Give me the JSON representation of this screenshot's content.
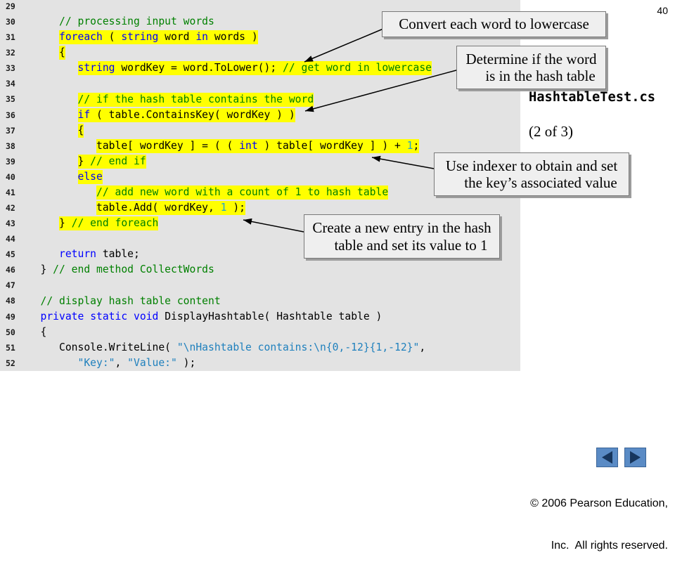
{
  "slide": {
    "page_number": "40",
    "file_name": "HashtableTest.cs",
    "part": "(2 of 3)",
    "copyright": [
      "© 2006 Pearson Education,",
      "Inc.  All rights reserved."
    ]
  },
  "colors": {
    "keyword": "#0000ff",
    "comment": "#008000",
    "string": "#1f80bd",
    "number": "#1fa3d2",
    "plain": "#000000",
    "highlight": "#ffff00",
    "callout_fill": "#efefef",
    "nav_button": "#5a8bc5"
  },
  "code": {
    "lines": [
      {
        "n": "29"
      },
      {
        "n": "30",
        "ws": "      ",
        "hl": false,
        "tok": [
          {
            "cm": "// processing input words"
          }
        ]
      },
      {
        "n": "31",
        "ws": "      ",
        "hl": true,
        "tok": [
          {
            "kw": "foreach"
          },
          {
            "pl": " ( "
          },
          {
            "kw": "string"
          },
          {
            "pl": " word "
          },
          {
            "kw": "in"
          },
          {
            "pl": " words )"
          }
        ]
      },
      {
        "n": "32",
        "ws": "      ",
        "hl": true,
        "tok": [
          {
            "pl": "{"
          }
        ]
      },
      {
        "n": "33",
        "ws": "         ",
        "hl": true,
        "tok": [
          {
            "kw": "string"
          },
          {
            "pl": " wordKey = word.ToLower(); "
          },
          {
            "cm": "// get word in lowercase"
          }
        ]
      },
      {
        "n": "34"
      },
      {
        "n": "35",
        "ws": "         ",
        "hl": true,
        "tok": [
          {
            "cm": "// if the hash table contains the word"
          }
        ]
      },
      {
        "n": "36",
        "ws": "         ",
        "hl": true,
        "tok": [
          {
            "kw": "if"
          },
          {
            "pl": " ( table.ContainsKey( wordKey ) )"
          }
        ]
      },
      {
        "n": "37",
        "ws": "         ",
        "hl": true,
        "tok": [
          {
            "pl": "{"
          }
        ]
      },
      {
        "n": "38",
        "ws": "            ",
        "hl": true,
        "tok": [
          {
            "pl": "table[ wordKey ] = ( ( "
          },
          {
            "kw": "int"
          },
          {
            "pl": " ) table[ wordKey ] ) + "
          },
          {
            "num": "1"
          },
          {
            "pl": ";"
          }
        ]
      },
      {
        "n": "39",
        "ws": "         ",
        "hl": true,
        "tok": [
          {
            "pl": "} "
          },
          {
            "cm": "// end if"
          }
        ]
      },
      {
        "n": "40",
        "ws": "         ",
        "hl": true,
        "tok": [
          {
            "kw": "else"
          }
        ]
      },
      {
        "n": "41",
        "ws": "            ",
        "hl": true,
        "tok": [
          {
            "cm": "// add new word with a count of 1 to hash table"
          }
        ]
      },
      {
        "n": "42",
        "ws": "            ",
        "hl": true,
        "tok": [
          {
            "pl": "table.Add( wordKey, "
          },
          {
            "num": "1"
          },
          {
            "pl": " );"
          }
        ]
      },
      {
        "n": "43",
        "ws": "      ",
        "hl": true,
        "tok": [
          {
            "pl": "} "
          },
          {
            "cm": "// end foreach"
          }
        ]
      },
      {
        "n": "44"
      },
      {
        "n": "45",
        "ws": "      ",
        "hl": false,
        "tok": [
          {
            "kw": "return"
          },
          {
            "pl": " table;"
          }
        ]
      },
      {
        "n": "46",
        "ws": "   ",
        "hl": false,
        "tok": [
          {
            "pl": "} "
          },
          {
            "cm": "// end method CollectWords"
          }
        ]
      },
      {
        "n": "47"
      },
      {
        "n": "48",
        "ws": "   ",
        "hl": false,
        "tok": [
          {
            "cm": "// display hash table content"
          }
        ]
      },
      {
        "n": "49",
        "ws": "   ",
        "hl": false,
        "tok": [
          {
            "kw": "private"
          },
          {
            "pl": " "
          },
          {
            "kw": "static"
          },
          {
            "pl": " "
          },
          {
            "kw": "void"
          },
          {
            "pl": " DisplayHashtable( Hashtable table )"
          }
        ]
      },
      {
        "n": "50",
        "ws": "   ",
        "hl": false,
        "tok": [
          {
            "pl": "{"
          }
        ]
      },
      {
        "n": "51",
        "ws": "      ",
        "hl": false,
        "tok": [
          {
            "pl": "Console.WriteLine( "
          },
          {
            "str": "\"\\nHashtable contains:\\n{0,-12}{1,-12}\""
          },
          {
            "pl": ","
          }
        ]
      },
      {
        "n": "52",
        "ws": "         ",
        "hl": false,
        "tok": [
          {
            "str": "\"Key:\""
          },
          {
            "pl": ", "
          },
          {
            "str": "\"Value:\""
          },
          {
            "pl": " );"
          }
        ]
      }
    ]
  },
  "callouts": [
    {
      "lines": [
        "Convert each word to lowercase"
      ]
    },
    {
      "lines": [
        "Determine if the word",
        "is in the hash table"
      ]
    },
    {
      "lines": [
        "Use indexer to obtain and set",
        "the key’s associated value"
      ]
    },
    {
      "lines": [
        "Create a new entry in the hash",
        "table and set its value to 1"
      ]
    }
  ],
  "nav": {
    "previous_icon": "previous-slide-icon",
    "next_icon": "next-slide-icon"
  }
}
